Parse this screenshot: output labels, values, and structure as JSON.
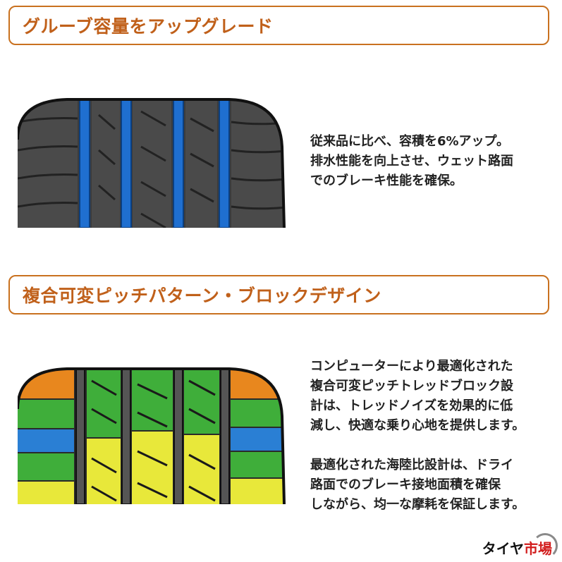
{
  "section1": {
    "title": "グルーブ容量をアップグレード",
    "lines": [
      "従来品に比べ、容積を6%アップ。",
      "排水性能を向上させ、ウェット路面",
      "でのブレーキ性能を確保。"
    ]
  },
  "section2": {
    "title": "複合可変ピッチパターン・ブロックデザイン",
    "paragraph1": [
      "コンピューターにより最適化された",
      "複合可変ピッチトレッドブロック設",
      "計は、トレッドノイズを効果的に低",
      "減し、快適な乗り心地を提供します。"
    ],
    "paragraph2": [
      "最適化された海陸比設計は、ドライ",
      "路面でのブレーキ接地面積を確保",
      "しながら、均一な摩耗を保証します。"
    ]
  },
  "logo": {
    "part1": "タイヤ",
    "part2": "市場"
  },
  "colors": {
    "accent": "#c0601a",
    "groove_blue": "#1f6fd0",
    "block_orange": "#e8871e",
    "block_green": "#3fae3a",
    "block_blue": "#2a7fd4",
    "block_yellow": "#e8e83a",
    "logo_red": "#d21d1d"
  }
}
